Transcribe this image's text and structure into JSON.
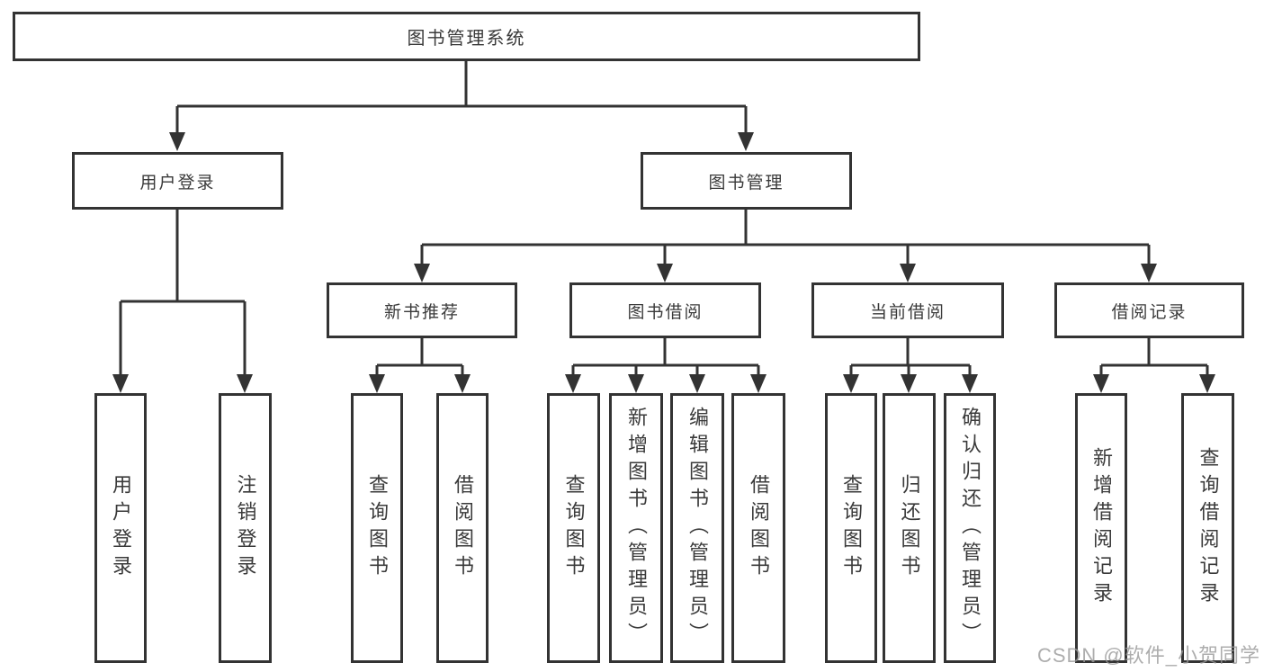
{
  "diagram": {
    "type": "tree",
    "root": {
      "label": "图书管理系统",
      "children": [
        {
          "label": "用户登录",
          "children": [
            {
              "label": "用户登录"
            },
            {
              "label": "注销登录"
            }
          ]
        },
        {
          "label": "图书管理",
          "children": [
            {
              "label": "新书推荐",
              "children": [
                {
                  "label": "查询图书"
                },
                {
                  "label": "借阅图书"
                }
              ]
            },
            {
              "label": "图书借阅",
              "children": [
                {
                  "label": "查询图书"
                },
                {
                  "label": "新增图书（管理员）"
                },
                {
                  "label": "编辑图书（管理员）"
                },
                {
                  "label": "借阅图书"
                }
              ]
            },
            {
              "label": "当前借阅",
              "children": [
                {
                  "label": "查询图书"
                },
                {
                  "label": "归还图书"
                },
                {
                  "label": "确认归还（管理员）"
                }
              ]
            },
            {
              "label": "借阅记录",
              "children": [
                {
                  "label": "新增借阅记录"
                },
                {
                  "label": "查询借阅记录"
                }
              ]
            }
          ]
        }
      ]
    }
  },
  "watermark": {
    "text": "CSDN @软件_小贺同学"
  },
  "colors": {
    "line": "#333333",
    "text": "#3a3a3a",
    "box_fill": "#ffffff",
    "background": "#ffffff",
    "watermark": "#999999"
  }
}
